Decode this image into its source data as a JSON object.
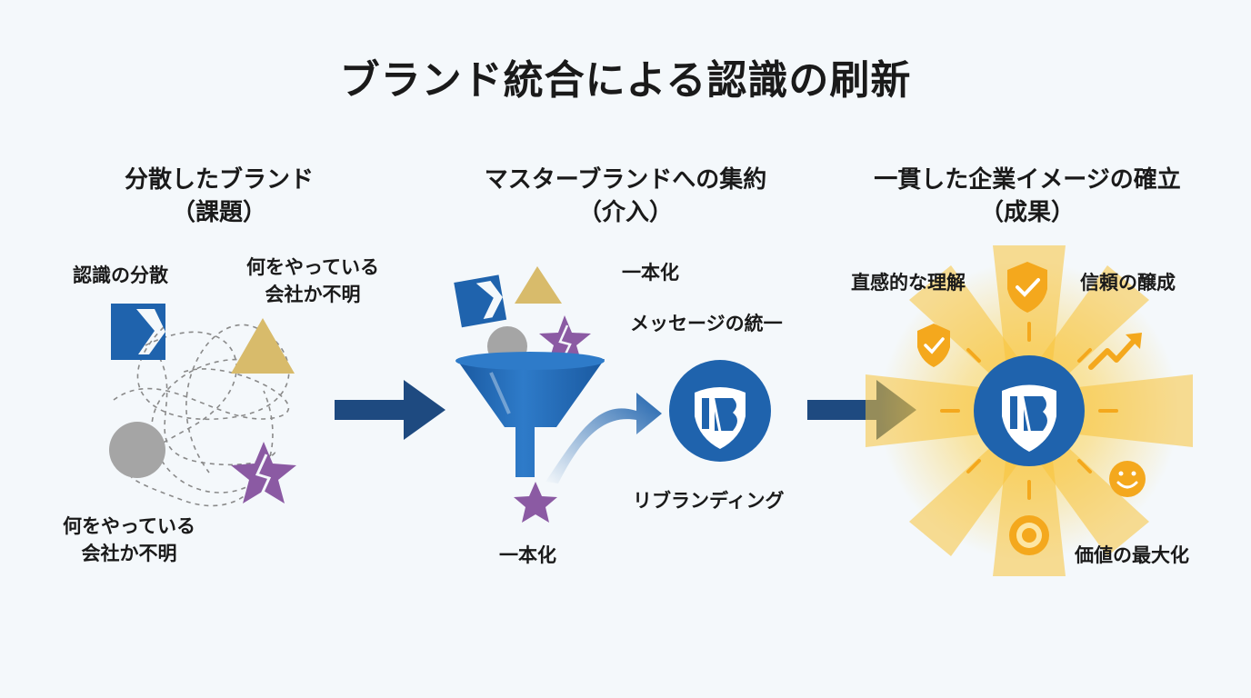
{
  "title": "ブランド統合による認識の刷新",
  "stages": [
    {
      "heading": "分散したブランド",
      "subheading": "（課題）",
      "labels": {
        "top_left": "認識の分散",
        "top_right_line1": "何をやっている",
        "top_right_line2": "会社か不明",
        "bottom_left_line1": "何をやっている",
        "bottom_left_line2": "会社か不明"
      }
    },
    {
      "heading": "マスターブランドへの集約",
      "subheading": "（介入）",
      "labels": {
        "unify_top": "一本化",
        "message": "メッセージの統一",
        "rebranding": "リブランディング",
        "unify_bottom": "一本化"
      }
    },
    {
      "heading": "一貫した企業イメージの確立",
      "subheading": "（成果）",
      "labels": {
        "intuitive": "直感的な理解",
        "trust": "信頼の醸成",
        "value": "価値の最大化"
      }
    }
  ],
  "colors": {
    "brand_blue": "#1f63ad",
    "arrow_navy": "#1e4a80",
    "gold": "#d8bb6b",
    "purple": "#8b5aa3",
    "gray": "#a5a5a5",
    "sun_yellow": "#f7c23a",
    "shield_orange": "#f4a81d"
  },
  "icons": [
    "k-logo-icon",
    "triangle-icon",
    "circle-icon",
    "broken-star-icon",
    "funnel-icon",
    "shield-logo-icon",
    "check-shield-icon",
    "trend-up-icon",
    "smile-icon",
    "target-icon",
    "flow-arrow-icon"
  ]
}
